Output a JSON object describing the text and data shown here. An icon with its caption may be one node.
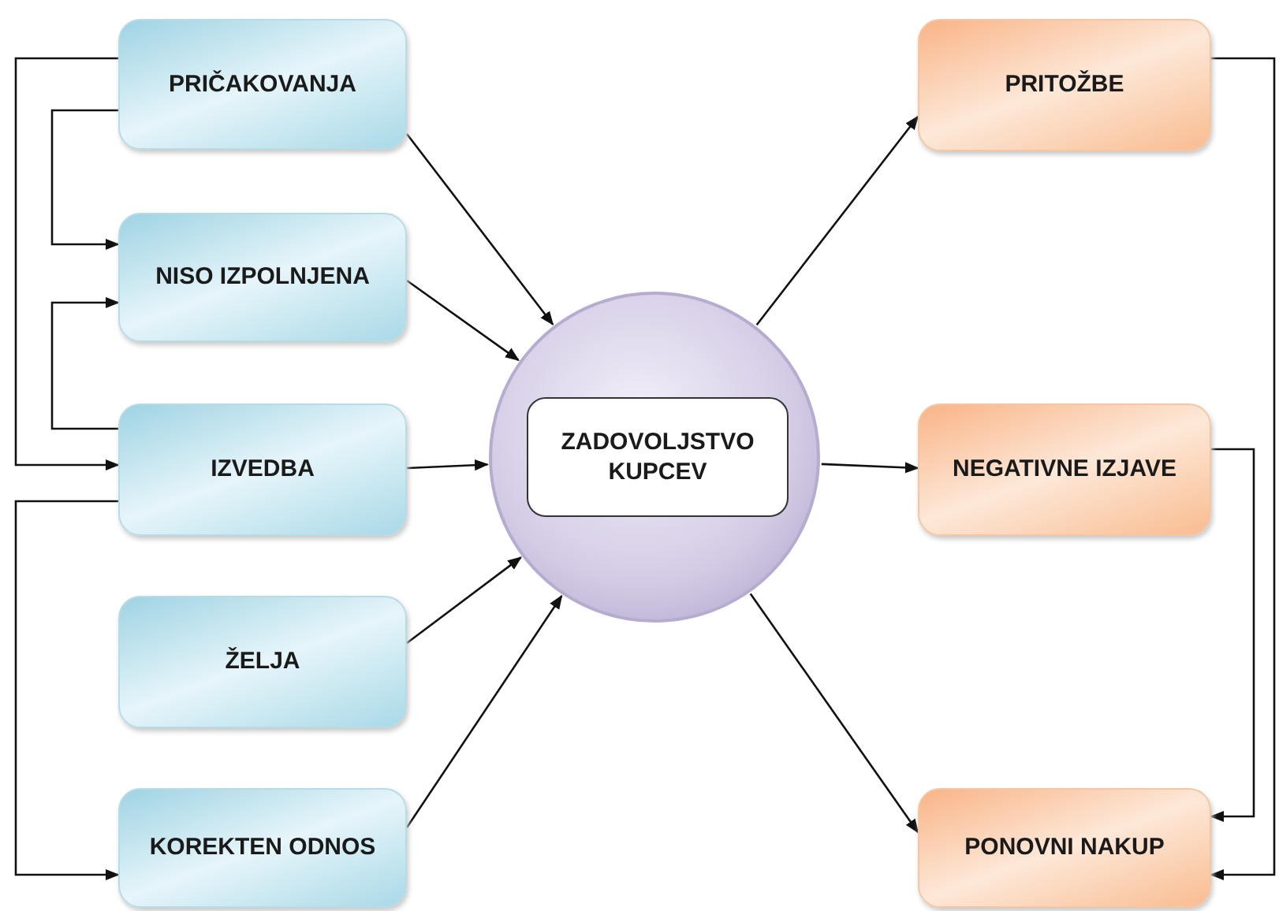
{
  "diagram": {
    "nodes": [
      {
        "text": [
          "PRIČAKOVANJA"
        ]
      },
      {
        "text": [
          "NISO IZPOLNJENA"
        ]
      },
      {
        "text": [
          "IZVEDBA"
        ]
      },
      {
        "text": [
          "ŽELJA"
        ]
      },
      {
        "text": [
          "KOREKTEN ODNOS"
        ]
      },
      {
        "text": [],
        "shape": "circle"
      },
      {
        "text": [
          "ZADOVOLJSTVO KUPCEV"
        ],
        "in": 5
      },
      {
        "text": [
          "PRITOŽBE"
        ]
      },
      {
        "text": [
          "NEGATIVNE IZJAVE"
        ]
      },
      {
        "text": [
          "PONOVNI NAKUP"
        ]
      }
    ],
    "edges": [
      {
        "from": 0,
        "to": 5,
        "arrow": "to"
      },
      {
        "from": 1,
        "to": 5,
        "arrow": "to"
      },
      {
        "from": 2,
        "to": 5,
        "arrow": "to"
      },
      {
        "from": 3,
        "to": 5,
        "arrow": "to"
      },
      {
        "from": 4,
        "to": 5,
        "arrow": "to"
      },
      {
        "from": 5,
        "to": 7,
        "arrow": "to"
      },
      {
        "from": 5,
        "to": 8,
        "arrow": "to"
      },
      {
        "from": 5,
        "to": 9,
        "arrow": "to"
      },
      {
        "from": 0,
        "to": 1,
        "arrow": "to"
      },
      {
        "from": 2,
        "to": 1,
        "arrow": "to"
      },
      {
        "from": 0,
        "to": 2,
        "arrow": "to"
      },
      {
        "from": 2,
        "to": 4,
        "arrow": "to"
      },
      {
        "from": 8,
        "to": 9,
        "arrow": "to"
      },
      {
        "from": 7,
        "to": 9,
        "arrow": "to"
      }
    ]
  }
}
